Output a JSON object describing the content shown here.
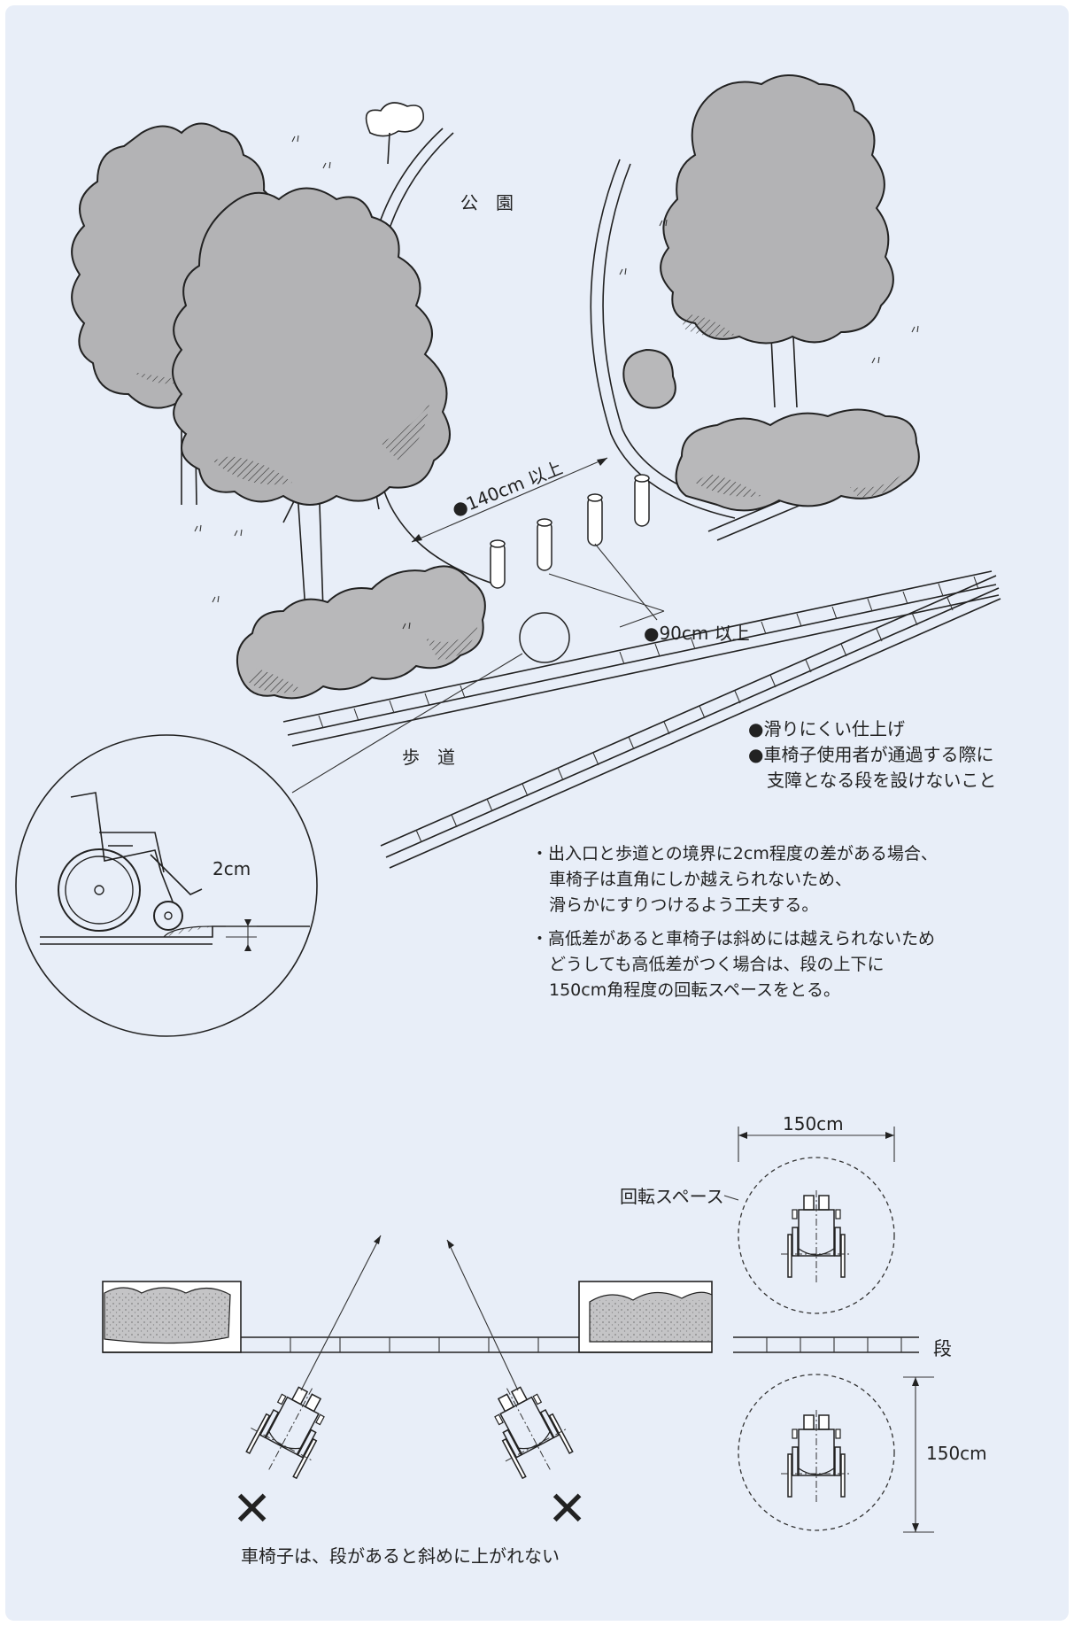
{
  "labels": {
    "park": "公　園",
    "sidewalk": "歩　道",
    "width_140": "●140cm 以上",
    "width_90": "●90cm 以上",
    "slip_resistant": "●滑りにくい仕上げ",
    "no_step_line1": "●車椅子使用者が通過する際に",
    "no_step_line2": "支障となる段を設けないこと",
    "detail_2cm": "2cm",
    "note1_line1": "・出入口と歩道との境界に2cm程度の差がある場合、",
    "note1_line2": "車椅子は直角にしか越えられないため、",
    "note1_line3": "滑らかにすりつけるよう工夫する。",
    "note2_line1": "・高低差があると車椅子は斜めには越えられないため",
    "note2_line2": "どうしても高低差がつく場合は、段の上下に",
    "note2_line3": "150cm角程度の回転スペースをとる。",
    "dim_150_top": "150cm",
    "turning_space": "回転スペース",
    "step": "段",
    "dim_150_right": "150cm",
    "cross_mark": "✕",
    "caption": "車椅子は、段があると斜めに上がれない"
  }
}
